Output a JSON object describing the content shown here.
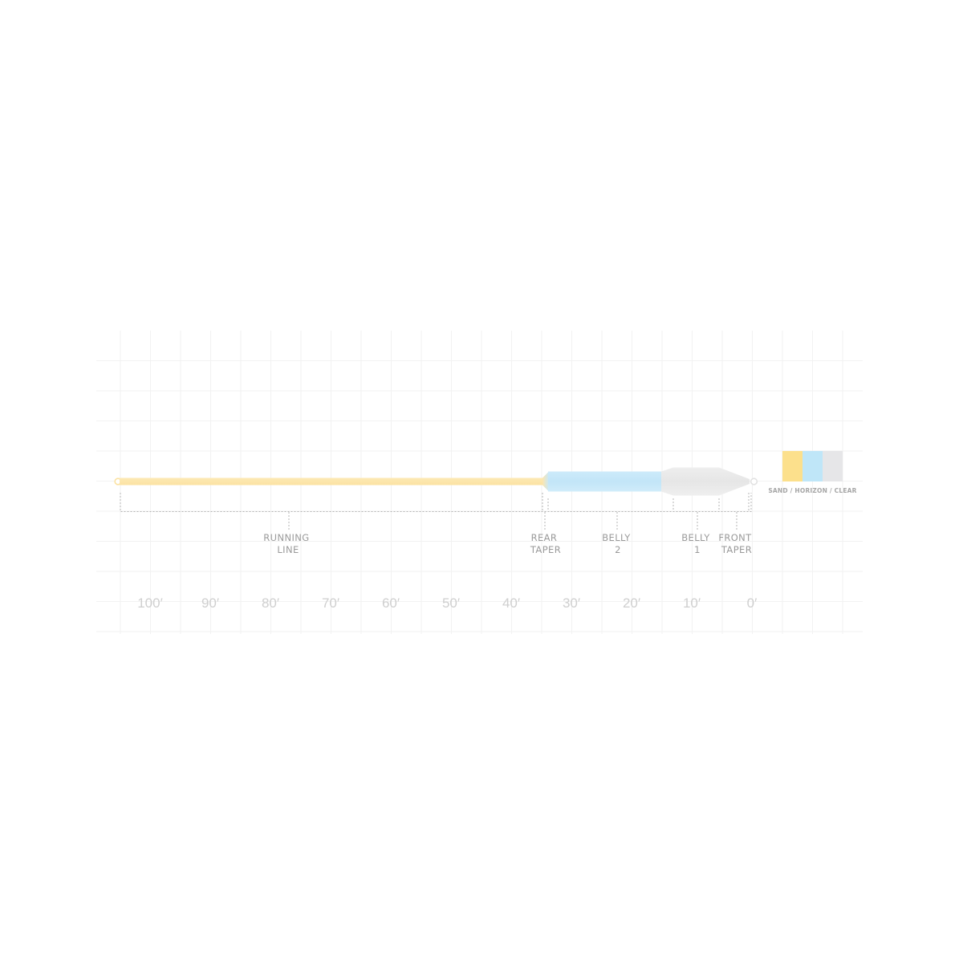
{
  "diagram": {
    "type": "fly-line-taper-profile",
    "segments": [
      {
        "label_line1": "RUNNING",
        "label_line2": "LINE",
        "color": "#fce8b0"
      },
      {
        "label_line1": "REAR",
        "label_line2": "TAPER",
        "color": "#c8e8f8"
      },
      {
        "label_line1": "BELLY",
        "label_line2": "2",
        "color": "#c8e8f8"
      },
      {
        "label_line1": "BELLY",
        "label_line2": "1",
        "color": "#ececec"
      },
      {
        "label_line1": "FRONT",
        "label_line2": "TAPER",
        "color": "#ececec"
      }
    ],
    "ruler": [
      "100′",
      "90′",
      "80′",
      "70′",
      "60′",
      "50′",
      "40′",
      "30′",
      "20′",
      "10′",
      "0′"
    ],
    "legend": {
      "label": "SAND / HORIZON / CLEAR",
      "swatches": [
        {
          "name": "Sand",
          "color": "#fce08c"
        },
        {
          "name": "Horizon",
          "color": "#bfe6f8"
        },
        {
          "name": "Clear",
          "color": "#e6e6e8"
        }
      ]
    }
  }
}
